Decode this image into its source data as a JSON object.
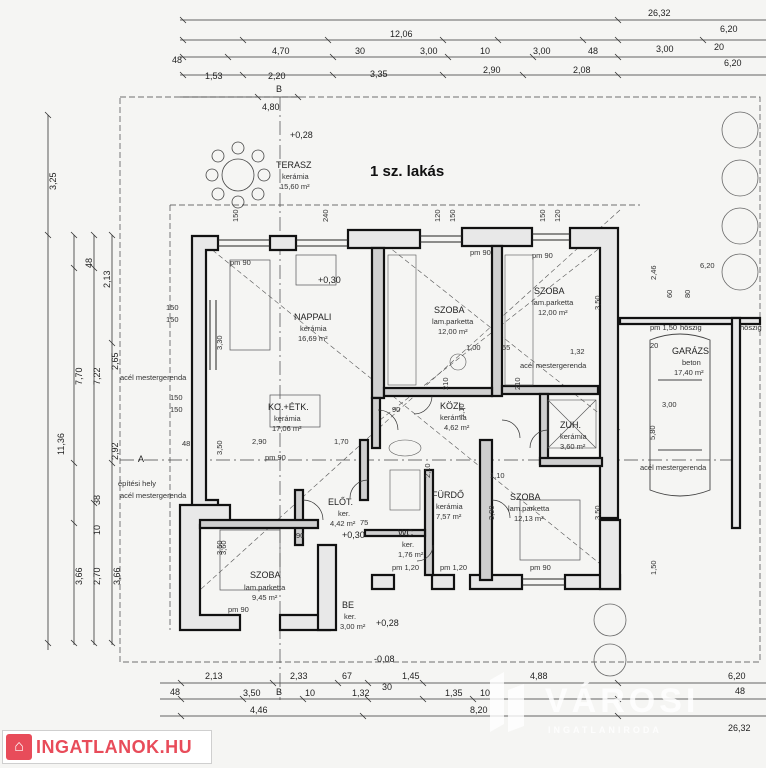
{
  "plan": {
    "title": "1 sz. lakás",
    "grid_labels": [
      "A",
      "B",
      "B"
    ],
    "rooms": [
      {
        "name": "TERASZ",
        "floor": "kerámia",
        "area": "15,60 m²"
      },
      {
        "name": "NAPPALI",
        "floor": "kerámia",
        "area": "16,69 m²"
      },
      {
        "name": "KO.+ÉTK.",
        "floor": "kerámia",
        "area": "17,06 m²"
      },
      {
        "name": "SZOBA",
        "floor": "lam.parketta",
        "area": "12,00 m²"
      },
      {
        "name": "SZOBA",
        "floor": "lam.parketta",
        "area": "12,00 m²"
      },
      {
        "name": "KÖZL.",
        "floor": "kerámia",
        "area": "4,62 m²"
      },
      {
        "name": "ZUH.",
        "floor": "kerámia",
        "area": "3,60 m²"
      },
      {
        "name": "GARÁZS",
        "floor": "beton",
        "area": "17,40 m²"
      },
      {
        "name": "ELŐT.",
        "floor": "ker.",
        "area": "4,42 m²"
      },
      {
        "name": "FÜRDŐ",
        "floor": "kerámia",
        "area": "7,57 m²"
      },
      {
        "name": "SZOBA",
        "floor": "lam.parketta",
        "area": "12,13 m²"
      },
      {
        "name": "WC",
        "floor": "ker.",
        "area": "1,76 m²"
      },
      {
        "name": "SZOBA",
        "floor": "lam.parketta",
        "area": "9,45 m²"
      },
      {
        "name": "BE",
        "floor": "ker.",
        "area": "3,00 m²"
      }
    ],
    "beam_labels": [
      "acél mestergerenda",
      "acél mestergerenda",
      "acél mestergerenda",
      "acél mestergerenda"
    ],
    "small_labels": [
      "építési hely",
      "hőszig",
      "hőszig"
    ],
    "levels": [
      "+0,28",
      "+0,30",
      "+0,30",
      "+0,28",
      "-0,08"
    ],
    "top_dims": {
      "row1": [
        "26,32"
      ],
      "row2": [
        "12,06",
        "6,20"
      ],
      "row3": [
        "4,70",
        "30",
        "3,00",
        "10",
        "3,00",
        "48",
        "3,00",
        "20"
      ],
      "row4": [
        "48",
        "1,53",
        "2,20",
        "3,35",
        "2,90",
        "2,08",
        "6,20"
      ],
      "row5": [
        "4,80"
      ]
    },
    "left_dims": [
      "3,25",
      "48",
      "2,13",
      "7,70",
      "7,22",
      "2,65",
      "11,36",
      "2,92",
      "38",
      "10",
      "3,66",
      "2,70",
      "3,66"
    ],
    "bottom_dims": {
      "row1": [
        "2,13",
        "2,33",
        "67",
        "1,45",
        "4,88",
        "6,20"
      ],
      "row2": [
        "48",
        "3,50",
        "10",
        "1,32",
        "30",
        "1,35",
        "10",
        "48"
      ],
      "row3": [
        "4,46",
        "8,20",
        "26,32"
      ]
    },
    "interior_dims": [
      "pm 90",
      "pm 90",
      "pm 90",
      "pm 90",
      "pm 1,50",
      "pm 90",
      "pm 1,20",
      "pm 1,20",
      "pm 90",
      "150",
      "150",
      "150",
      "150",
      "150",
      "240",
      "120",
      "150",
      "150",
      "120",
      "210",
      "210",
      "90",
      "90",
      "1,00",
      "1,32",
      "55",
      "3,00",
      "5,80",
      "3,50",
      "3,30",
      "3,50",
      "2,90",
      "1,70",
      "2,10",
      "1,10",
      "3,90",
      "3,60",
      "2,46",
      "60",
      "80",
      "1,50",
      "1,10",
      "75",
      "48",
      "20",
      "6,20",
      "3,50",
      "3,50"
    ]
  },
  "watermark": {
    "brand": "VÁROSI",
    "sub": "INGATLANIRODA"
  },
  "badge": {
    "text": "INGATLANOK.HU",
    "icon": "house-icon",
    "color": "#e84c5a"
  }
}
